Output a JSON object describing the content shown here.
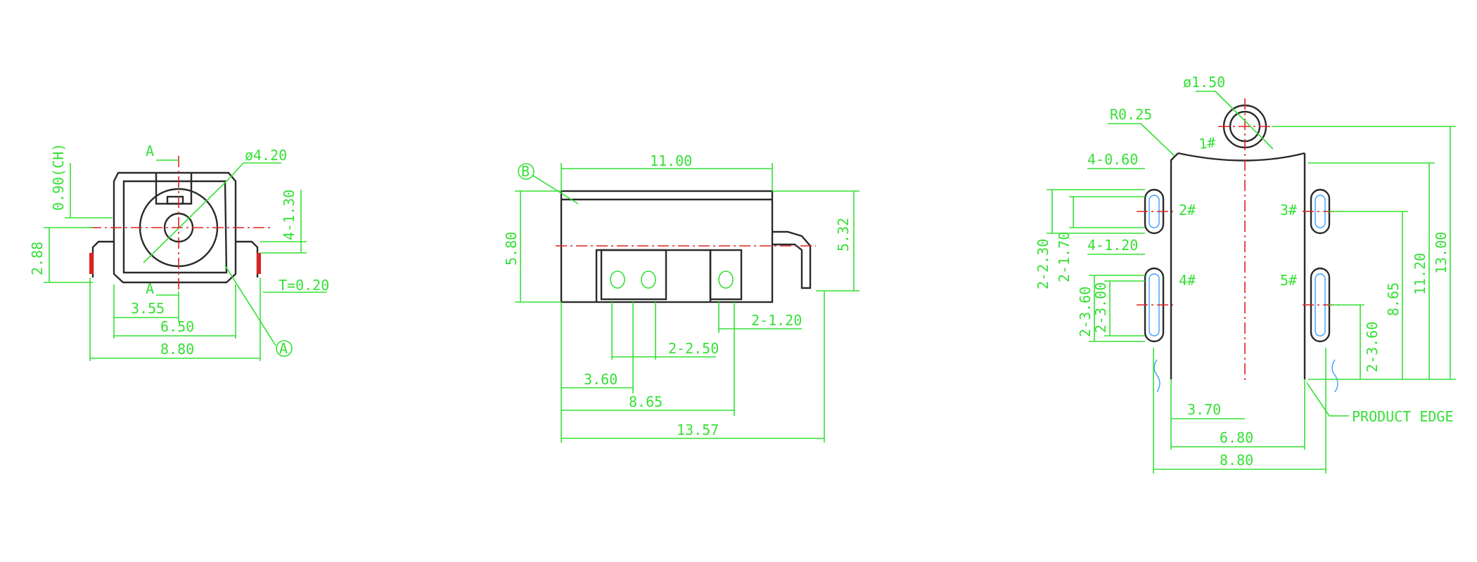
{
  "front_view": {
    "section_marker_top": "A",
    "section_marker_bottom": "A",
    "chamfer": "0.90(CH)",
    "height": "2.88",
    "hole_diameter": "ø4.20",
    "pin_spacing": "4-1.30",
    "thickness": "T=0.20",
    "dim_center": "3.55",
    "dim_body": "6.50",
    "dim_total": "8.80",
    "callout": "A"
  },
  "side_view": {
    "callout": "B",
    "dim_top_length": "11.00",
    "dim_left_height": "5.80",
    "dim_right_height": "5.32",
    "dim_slot_small": "2-1.20",
    "dim_slot_large": "2-2.50",
    "dim_3_60": "3.60",
    "dim_8_65": "8.65",
    "dim_13_57": "13.57"
  },
  "pcb_layout": {
    "hole_diameter": "ø1.50",
    "radius": "R0.25",
    "pin_1": "1#",
    "pin_2": "2#",
    "pin_3": "3#",
    "pin_4": "4#",
    "pin_5": "5#",
    "slot_width_top": "4-0.60",
    "slot_width_bottom": "4-1.20",
    "left_2_30": "2-2.30",
    "left_1_70": "2-1.70",
    "left_3_60": "2-3.60",
    "left_3_00": "2-3.00",
    "right_8_65": "8.65",
    "right_11_20": "11.20",
    "right_13_00": "13.00",
    "right_3_60": "2-3.60",
    "product_edge": "PRODUCT EDGE",
    "dim_3_70": "3.70",
    "dim_6_80": "6.80",
    "dim_8_80": "8.80"
  }
}
